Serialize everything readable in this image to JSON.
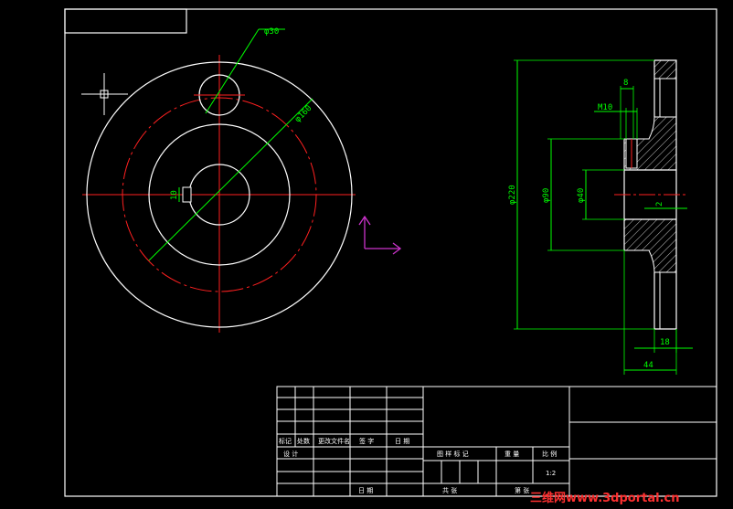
{
  "app": {
    "window": "CAD drawing viewport",
    "colors": {
      "background": "#000000",
      "outline": "#ffffff",
      "center_line": "#ff2020",
      "dimension": "#00ff00",
      "ucs_icon": "#cc33cc",
      "hatch": "#ffffff",
      "watermark": "#ff3030"
    }
  },
  "front_view": {
    "dim_phi30": "φ30",
    "dim_phi160": "φ160",
    "dim_keyway": "10"
  },
  "section_view": {
    "dim_phi220": "φ220",
    "dim_phi90": "φ90",
    "dim_phi40": "φ40",
    "dim_m10": "M10",
    "dim_8": "8",
    "dim_2": "2",
    "dim_18": "18",
    "dim_44": "44"
  },
  "title_block": {
    "rev_mark": "标记",
    "rev_count": "处数",
    "rev_doc": "更改文件名",
    "rev_sign": "签 字",
    "rev_date": "日 期",
    "design": "设 计",
    "date": "日 期",
    "drawing_mark": "图 样 标 记",
    "weight": "重 量",
    "scale_label": "比 例",
    "scale_value": "1:2",
    "total_sheets": "共      张",
    "sheet_no": "第      张"
  },
  "watermark": {
    "text": "三维网www.3dportal.cn"
  },
  "cursor_icon": "crosshair-cursor-icon",
  "ucs_icon": "ucs-axis-icon"
}
